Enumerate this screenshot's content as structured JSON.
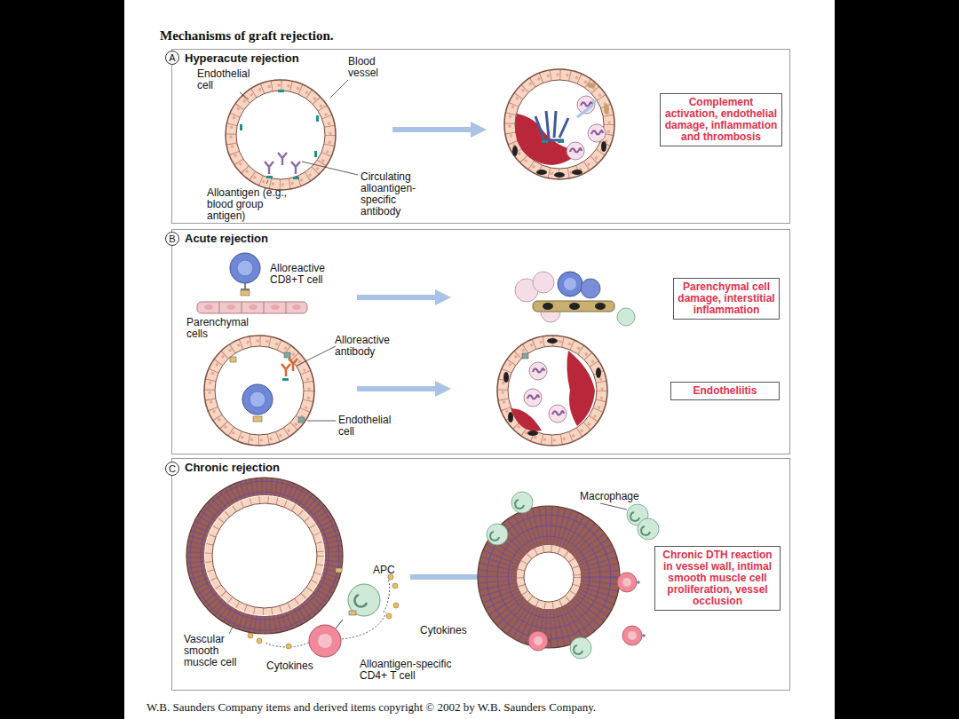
{
  "diagram": {
    "title": "Mechanisms of graft rejection.",
    "caption": "W.B. Saunders Company items and derived items copyright © 2002 by W.B. Saunders Company.",
    "nodes": [
      {
        "text": [
          "Hyperacute rejection"
        ]
      },
      {
        "text": [
          "A"
        ],
        "in": 0
      },
      {
        "text": [
          "Complement activation, endothelial damage, inflammation and thrombosis"
        ],
        "in": 0
      },
      {
        "text": [
          "Acute rejection"
        ]
      },
      {
        "text": [
          "B"
        ],
        "in": 3
      },
      {
        "text": [
          "Parenchymal cell damage, interstitial inflammation"
        ],
        "in": 3
      },
      {
        "text": [
          "Endotheliitis"
        ],
        "in": 3
      },
      {
        "text": [
          "Chronic rejection"
        ]
      },
      {
        "text": [
          "C"
        ],
        "in": 7
      },
      {
        "text": [
          "Chronic DTH reaction in vessel wall, intimal smooth muscle cell proliferation, vessel occlusion"
        ],
        "in": 7
      }
    ],
    "labels": [
      "Endothelial cell",
      "Blood vessel",
      "Alloantigen (e.g., blood group antigen)",
      "Circulating alloantigen-specific antibody",
      "Alloreactive CD8+T cell",
      "Parenchymal cells",
      "Alloreactive antibody",
      "Endothelial cell",
      "Macrophage",
      "APC",
      "Cytokines",
      "Vascular smooth muscle cell",
      "Cytokines",
      "Alloantigen-specific CD4+ T cell"
    ]
  }
}
